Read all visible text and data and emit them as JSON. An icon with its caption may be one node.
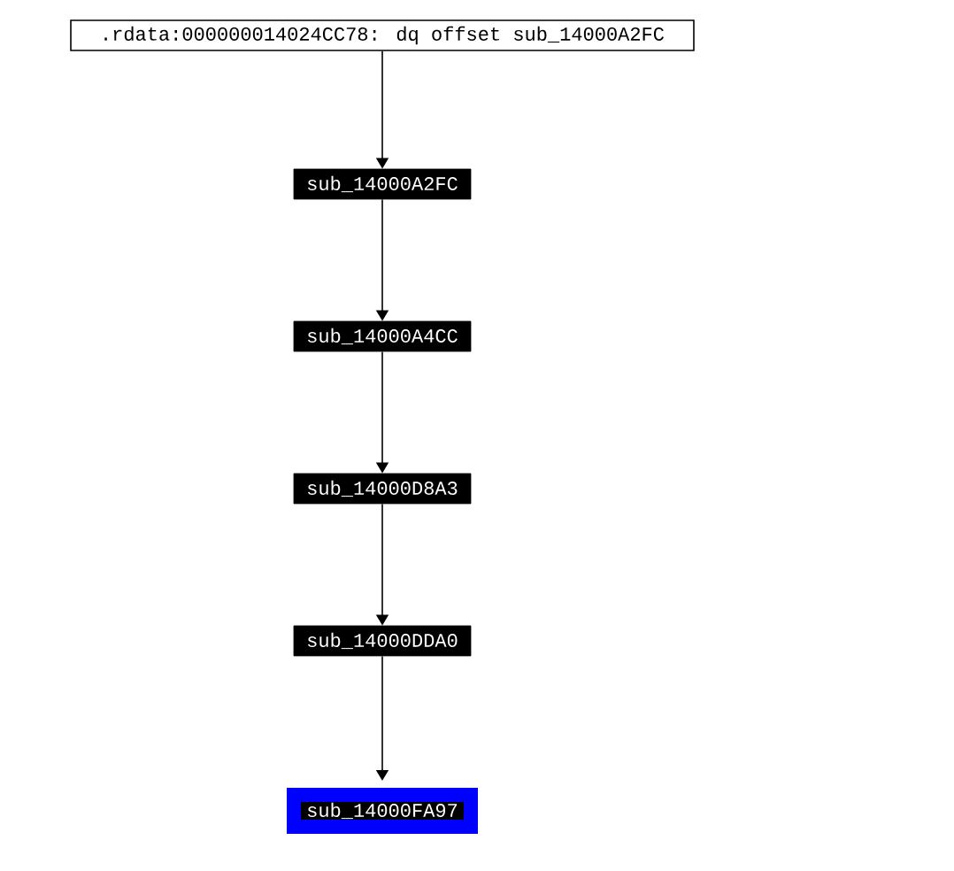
{
  "diagram": {
    "nodes": [
      {
        "text": [
          ".rdata:000000014024CC78: dq offset sub_14000A2FC"
        ]
      },
      {
        "text": [
          "sub_14000A2FC"
        ]
      },
      {
        "text": [
          "sub_14000A4CC"
        ]
      },
      {
        "text": [
          "sub_14000D8A3"
        ]
      },
      {
        "text": [
          "sub_14000DDA0"
        ]
      },
      {
        "text": [
          "sub_14000FA97"
        ]
      }
    ],
    "edges": [
      {
        "from": 0,
        "to": 1,
        "arrow": "to"
      },
      {
        "from": 1,
        "to": 2,
        "arrow": "to"
      },
      {
        "from": 2,
        "to": 3,
        "arrow": "to"
      },
      {
        "from": 3,
        "to": 4,
        "arrow": "to"
      },
      {
        "from": 4,
        "to": 5,
        "arrow": "to"
      }
    ]
  }
}
